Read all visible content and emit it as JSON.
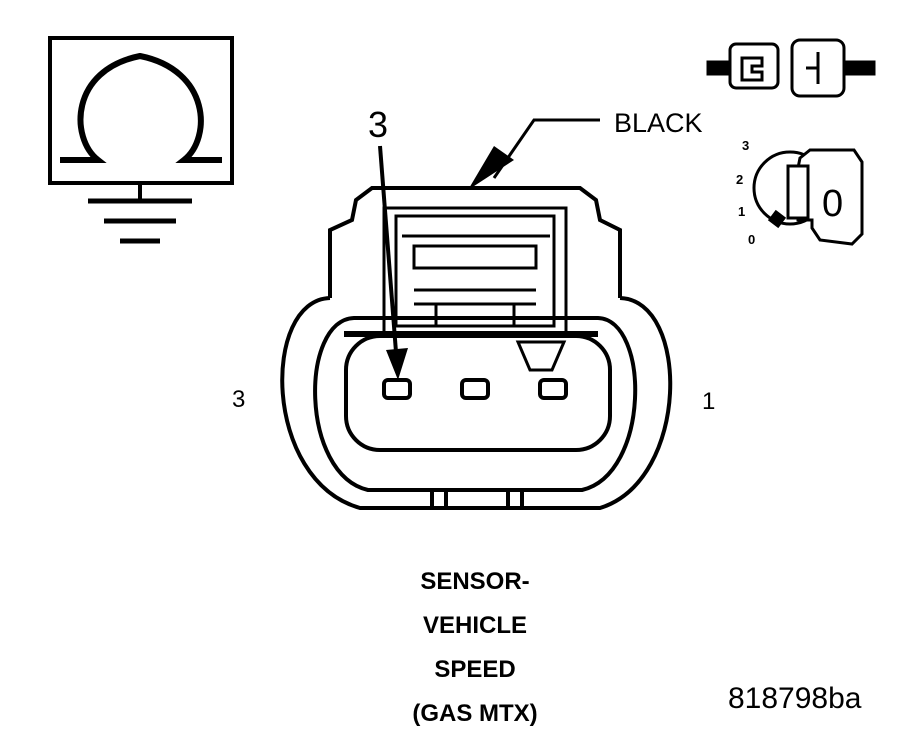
{
  "connector": {
    "color_label": "BLACK",
    "callout_pin": "3",
    "left_pin_label": "3",
    "right_pin_label": "1"
  },
  "key_dial": {
    "positions": [
      "3",
      "2",
      "1",
      "0"
    ],
    "key_label": "0"
  },
  "caption": {
    "lines": [
      "SENSOR-",
      "VEHICLE",
      "SPEED",
      "(GAS MTX)"
    ]
  },
  "figure_id": "818798ba"
}
